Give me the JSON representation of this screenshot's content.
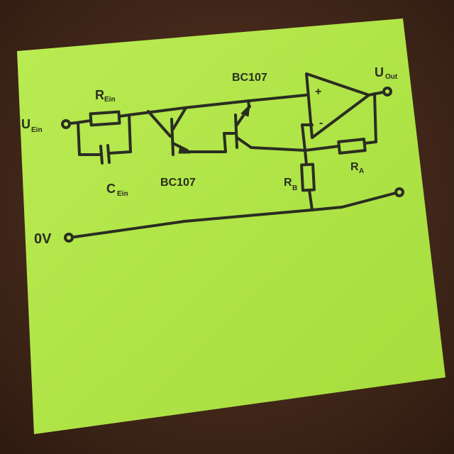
{
  "diagram": {
    "type": "hand-drawn circuit schematic",
    "colors": {
      "table": "#4a2c1c",
      "paper": "#b6e94e",
      "ink": "#2a2d22"
    },
    "labels": {
      "input": "U",
      "input_sub": "Ein",
      "output": "U",
      "output_sub": "Out",
      "ground": "0V",
      "r_in": "R",
      "r_in_sub": "Ein",
      "c_in": "C",
      "c_in_sub": "Ein",
      "transistor_left": "BC107",
      "transistor_right": "BC107",
      "r_a": "R",
      "r_a_sub": "A",
      "r_b": "R",
      "r_b_sub": "B",
      "opamp_plus": "+",
      "opamp_minus": "-"
    }
  }
}
